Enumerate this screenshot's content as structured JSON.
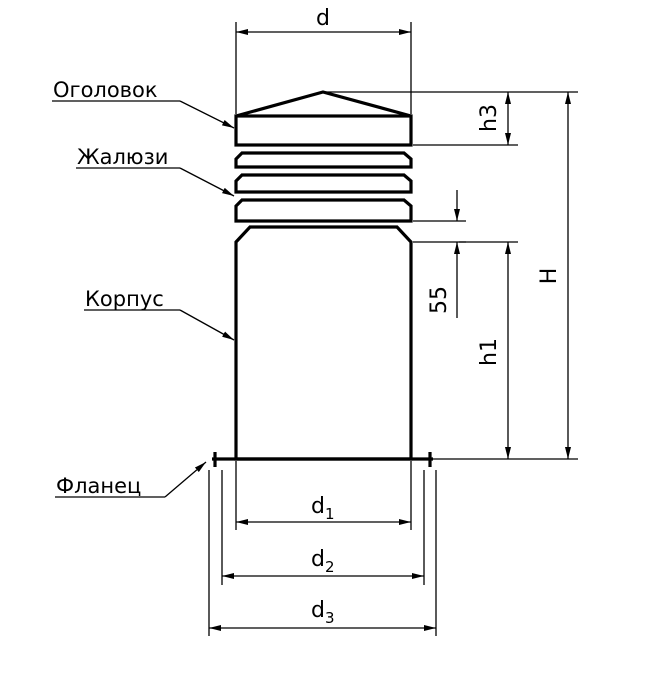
{
  "labels": {
    "head": "Оголовок",
    "louvers": "Жалюзи",
    "body": "Корпус",
    "flange": "Фланец"
  },
  "dimensions": {
    "d": "d",
    "d1_base": "d",
    "d1_sub": "1",
    "d2_base": "d",
    "d2_sub": "2",
    "d3_base": "d",
    "d3_sub": "3",
    "h3": "h3",
    "h1": "h1",
    "H": "H",
    "gap": "55"
  }
}
